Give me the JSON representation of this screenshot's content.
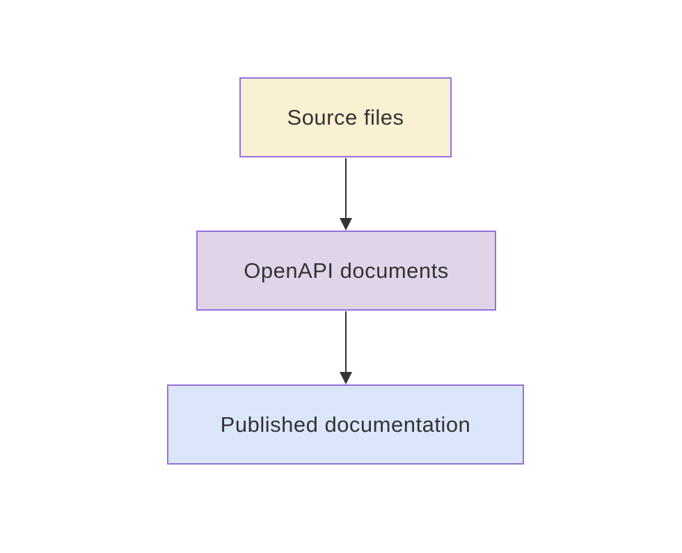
{
  "diagram": {
    "type": "flowchart",
    "direction": "top-down",
    "background": "#ffffff",
    "arrow_color": "#333333",
    "nodes": [
      {
        "label": "Source files",
        "fill": "#faf0d2",
        "border": "#9370db",
        "text_color": "#333333"
      },
      {
        "label": "OpenAPI documents",
        "fill": "#e2d4e8",
        "border": "#9370db",
        "text_color": "#333333"
      },
      {
        "label": "Published documentation",
        "fill": "#dbe6fb",
        "border": "#9370db",
        "text_color": "#333333"
      }
    ],
    "edges": [
      {
        "from": "Source files",
        "to": "OpenAPI documents",
        "style": "solid-arrow"
      },
      {
        "from": "OpenAPI documents",
        "to": "Published documentation",
        "style": "solid-arrow"
      }
    ]
  }
}
